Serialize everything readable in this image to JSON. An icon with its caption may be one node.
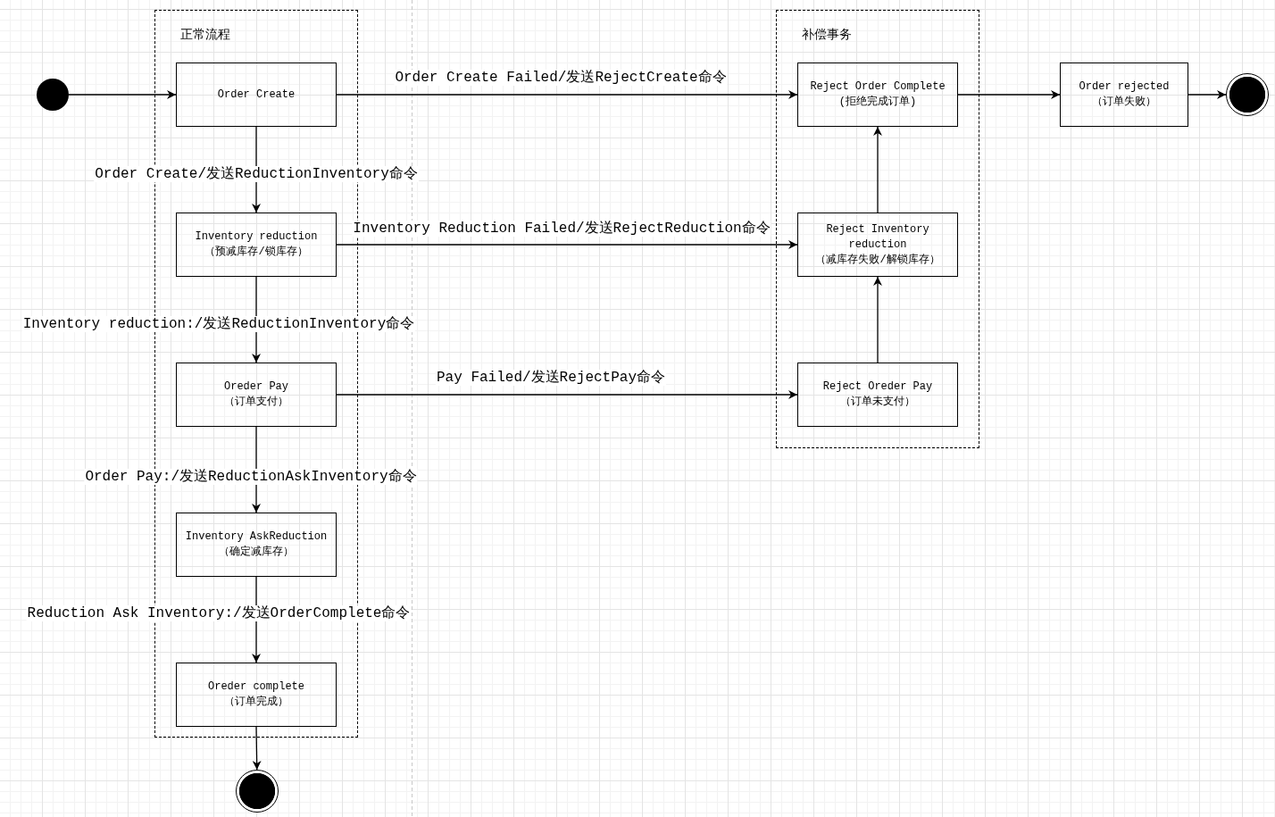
{
  "diagram": {
    "nodes": [
      {
        "text": [
          "正常流程"
        ]
      },
      {
        "text": [
          "补偿事务"
        ]
      },
      {
        "text": [],
        "shape": "circle"
      },
      {
        "text": [
          "Order Create"
        ],
        "in": 0
      },
      {
        "text": [
          "Inventory reduction",
          "（预减库存/锁库存）"
        ],
        "in": 0
      },
      {
        "text": [
          "Oreder Pay",
          "（订单支付）"
        ],
        "in": 0
      },
      {
        "text": [
          "Inventory AskReduction",
          "（确定减库存）"
        ],
        "in": 0
      },
      {
        "text": [
          "Oreder complete",
          "（订单完成）"
        ],
        "in": 0
      },
      {
        "text": [],
        "shape": "circle"
      },
      {
        "text": [
          "Reject Order Complete",
          "(拒绝完成订单)"
        ],
        "in": 1
      },
      {
        "text": [
          "Reject Inventory reduction",
          "（减库存失败/解锁库存）"
        ],
        "in": 1
      },
      {
        "text": [
          "Reject Oreder Pay",
          "（订单未支付）"
        ],
        "in": 1
      },
      {
        "text": [
          "Order rejected",
          "（订单失败）"
        ]
      },
      {
        "text": [],
        "shape": "circle"
      }
    ],
    "edges": [
      {
        "from": 2,
        "to": 3,
        "arrow": "to"
      },
      {
        "from": 3,
        "to": 4,
        "arrow": "to",
        "label": "Order Create/发送ReductionInventory命令"
      },
      {
        "from": 4,
        "to": 5,
        "arrow": "to",
        "label": "Inventory reduction:/发送ReductionInventory命令"
      },
      {
        "from": 5,
        "to": 6,
        "arrow": "to",
        "label": "Order Pay:/发送ReductionAskInventory命令"
      },
      {
        "from": 6,
        "to": 7,
        "arrow": "to",
        "label": "Reduction Ask Inventory:/发送OrderComplete命令"
      },
      {
        "from": 7,
        "to": 8,
        "arrow": "to"
      },
      {
        "from": 3,
        "to": 9,
        "arrow": "to",
        "label": "Order Create Failed/发送RejectCreate命令"
      },
      {
        "from": 4,
        "to": 10,
        "arrow": "to",
        "label": "Inventory Reduction Failed/发送RejectReduction命令"
      },
      {
        "from": 5,
        "to": 11,
        "arrow": "to",
        "label": "Pay Failed/发送RejectPay命令"
      },
      {
        "from": 11,
        "to": 10,
        "arrow": "to"
      },
      {
        "from": 10,
        "to": 9,
        "arrow": "to"
      },
      {
        "from": 9,
        "to": 12,
        "arrow": "to"
      },
      {
        "from": 12,
        "to": 13,
        "arrow": "to"
      }
    ]
  }
}
